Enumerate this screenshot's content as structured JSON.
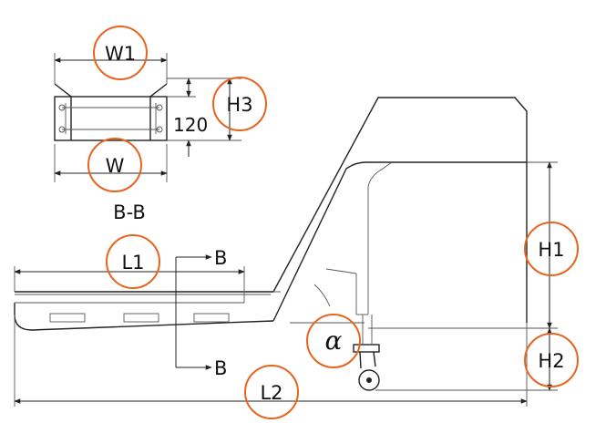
{
  "labels": {
    "w1": "W1",
    "w": "W",
    "h3": "H3",
    "h1": "H1",
    "h2": "H2",
    "l1": "L1",
    "l2": "L2",
    "dim_120": "120",
    "section": "B-B",
    "b_top": "B",
    "b_bottom": "B",
    "angle": "α"
  },
  "colors": {
    "line": "#222222",
    "callout_circle": "#e8641e"
  }
}
